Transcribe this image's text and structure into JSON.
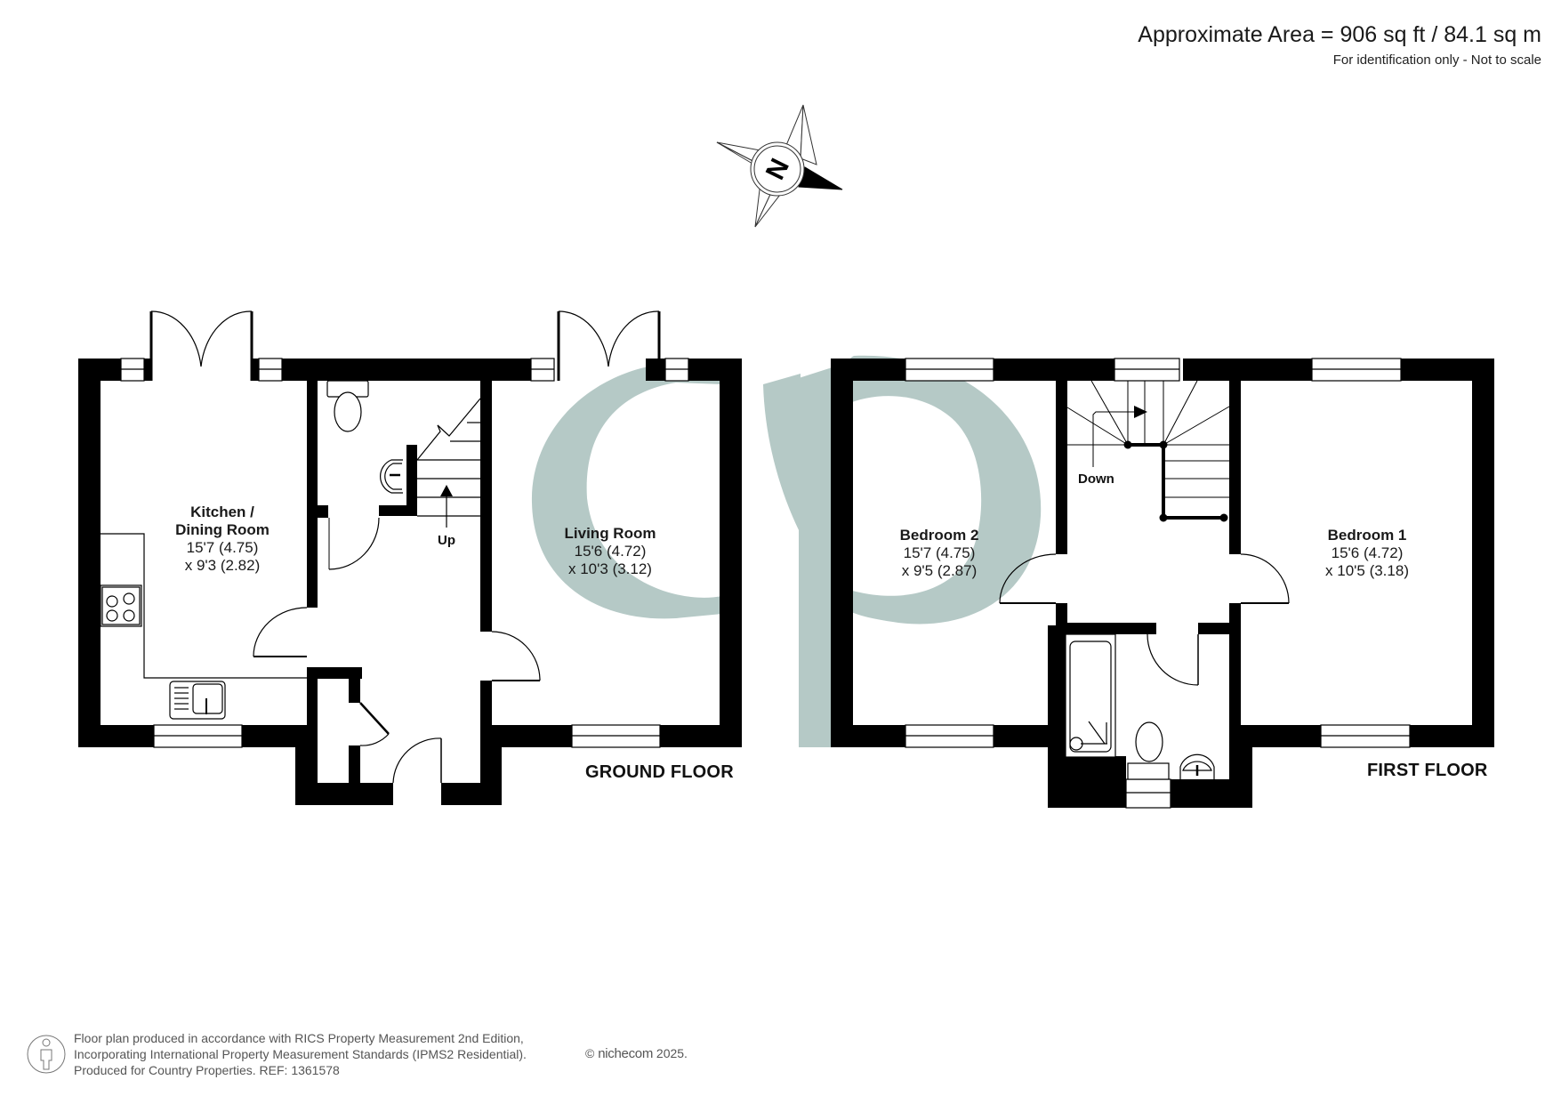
{
  "header": {
    "area_title": "Approximate Area = 906 sq ft / 84.1 sq m",
    "area_note": "For identification only - Not to scale"
  },
  "compass": {
    "label": "N",
    "icon": "north-compass-icon"
  },
  "watermark": {
    "text": "cp",
    "color": "#b5c9c6"
  },
  "floors": [
    {
      "label": "GROUND FLOOR",
      "rooms": [
        {
          "name": "Kitchen /",
          "name2": "Dining Room",
          "dim1": "15'7 (4.75)",
          "dim2": "x 9'3 (2.82)"
        },
        {
          "name": "Living Room",
          "dim1": "15'6 (4.72)",
          "dim2": "x 10'3 (3.12)"
        }
      ],
      "stairs_label": "Up"
    },
    {
      "label": "FIRST FLOOR",
      "rooms": [
        {
          "name": "Bedroom 2",
          "dim1": "15'7 (4.75)",
          "dim2": "x 9'5 (2.87)"
        },
        {
          "name": "Bedroom 1",
          "dim1": "15'6 (4.72)",
          "dim2": "x 10'5 (3.18)"
        }
      ],
      "stairs_label": "Down"
    }
  ],
  "footer": {
    "lines": [
      "Floor plan produced in accordance with RICS Property Measurement 2nd Edition,",
      "Incorporating International Property Measurement Standards (IPMS2 Residential).",
      "Produced for Country Properties.   REF: 1361578"
    ],
    "copyright_symbol": "©",
    "brand": "nichecom",
    "year": "2025."
  },
  "colors": {
    "wall": "#000000",
    "watermark": "#b5c9c6",
    "text": "#1a1a1a",
    "footer_text": "#555555"
  }
}
